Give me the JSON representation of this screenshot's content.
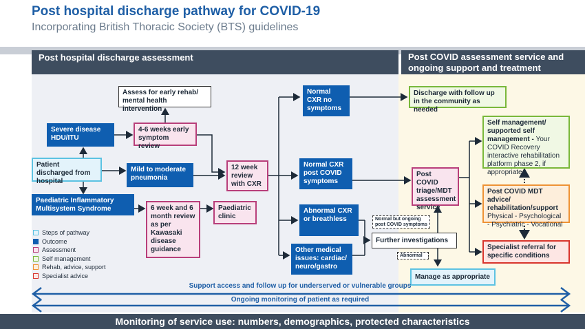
{
  "header": {
    "title": "Post hospital discharge pathway for COVID-19",
    "subtitle": "Incorporating British Thoracic Society (BTS) guidelines"
  },
  "sections": {
    "left": "Post hospital discharge assessment",
    "right": "Post COVID assessment service and ongoing support and treatment"
  },
  "nodes": {
    "rehab_assess": "Assess for early rehab/ mental health intervention",
    "severe": "Severe disease HDU/ITU",
    "early_review": "4-6 weeks early symptom review",
    "discharged": "Patient discharged from hospital",
    "mild": "Mild to moderate pneumonia",
    "pims": "Paediatric Inflammatory Multisystem Syndrome",
    "kawasaki": "6 week and 6 month review as per Kawasaki disease guidance",
    "paed_clinic": "Paediatric clinic",
    "cxr_review": "12 week review with CXR",
    "normal_cxr": "Normal CXR no symptoms",
    "normal_cxr_symptoms": "Normal CXR post COVID symptoms",
    "abnormal_cxr": "Abnormal CXR or breathless",
    "other_issues": "Other medical issues: cardiac/ neuro/gastro",
    "further_inv": "Further investigations",
    "normal_ongoing": "Normal but ongoing post COVID symptoms",
    "abnormal_tag": "Abnormal",
    "manage": "Manage as appropriate",
    "discharge_followup": "Discharge with follow up in the community as needed",
    "triage": "Post COVID triage/MDT assessment service",
    "self_mgmt_title": "Self management/ supported self management -",
    "self_mgmt_body": "Your COVID Recovery interactive rehabilitation platform phase 2, if appropriate",
    "mdt_title": "Post COVID MDT advice/ rehabilitation/support",
    "mdt_body": "Physical - Psychological - Psychiatric - Vocational",
    "specialist": "Specialist referral for specific conditions"
  },
  "legend": [
    {
      "label": "Steps of pathway",
      "fill": "#e3f3fb",
      "border": "#5cc2e2"
    },
    {
      "label": "Outcome",
      "fill": "#0f5eb0",
      "border": "#0f5eb0"
    },
    {
      "label": "Assessment",
      "fill": "#f9e4ee",
      "border": "#b83e7a"
    },
    {
      "label": "Self management",
      "fill": "#f0f8e4",
      "border": "#79b83a"
    },
    {
      "label": "Rehab, advice, support",
      "fill": "#fdeedb",
      "border": "#ee9235"
    },
    {
      "label": "Specialist advice",
      "fill": "#fde6e4",
      "border": "#d8342c"
    }
  ],
  "bottom": {
    "support": "Support access and follow up for underserved or vulnerable groups",
    "monitoring": "Ongoing monitoring of patient as required",
    "footer": "Monitoring of service use: numbers, demographics, protected characteristics"
  },
  "colors": {
    "accent": "#1f5fa6",
    "header_bg": "#3e4d5f",
    "outcome": "#0f5eb0"
  }
}
